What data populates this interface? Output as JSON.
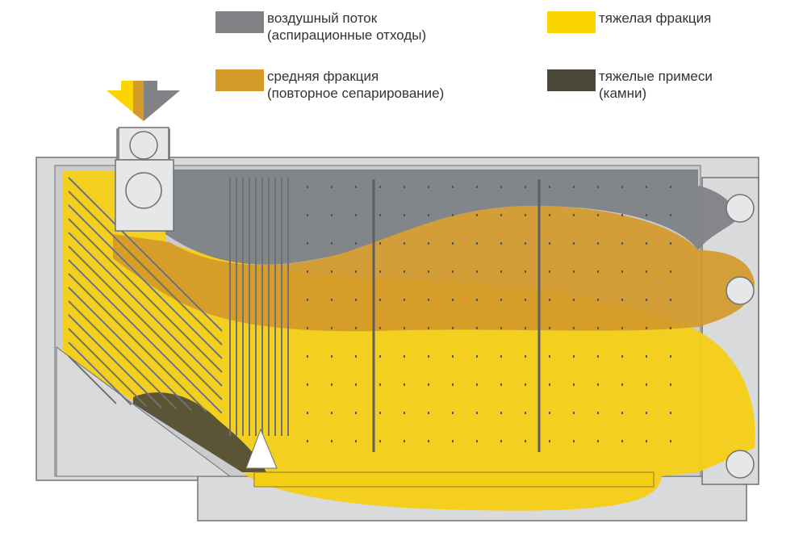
{
  "colors": {
    "air": "#808285",
    "medium": "#d49a2a",
    "heavy": "#fbd500",
    "stones": "#4a4737",
    "frame": "#d9dadb",
    "line": "#6f7173"
  },
  "legend": [
    {
      "key": "air",
      "line1": "воздушный поток",
      "line2": "(аспирационные отходы)"
    },
    {
      "key": "heavy",
      "line1": "тяжелая фракция",
      "line2": ""
    },
    {
      "key": "medium",
      "line1": "средняя фракция",
      "line2": "(повторное сепарирование)"
    },
    {
      "key": "stones",
      "line1": "тяжелые примеси",
      "line2": "(камни)"
    }
  ]
}
